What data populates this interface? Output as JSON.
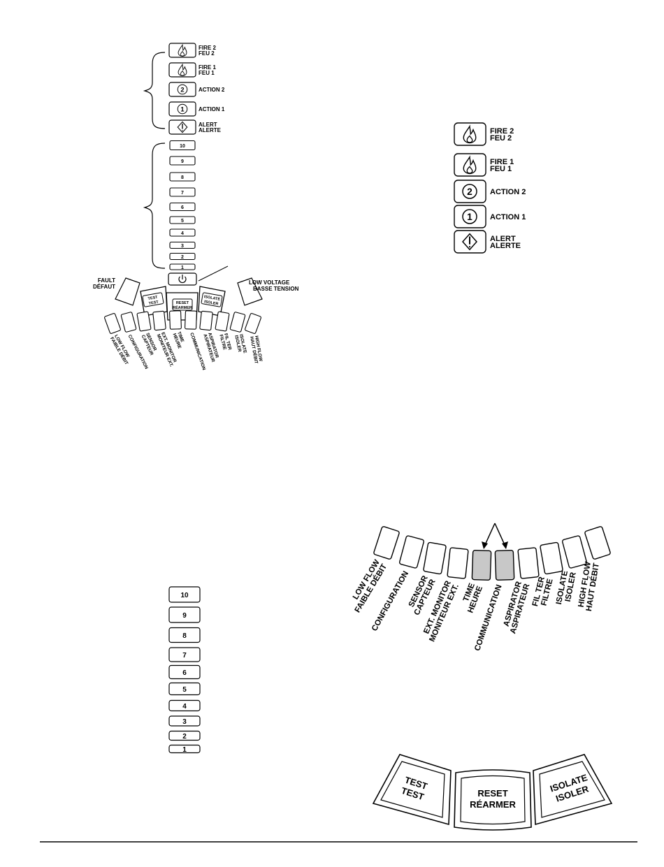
{
  "top_panel": {
    "alarm_items": [
      {
        "line1": "FIRE  2",
        "line2": "FEU  2",
        "icon": "flame-icon"
      },
      {
        "line1": "FIRE  1",
        "line2": "FEU  1",
        "icon": "flame-icon"
      },
      {
        "line1": "ACTION  2",
        "line2": "",
        "icon": "circle-2-icon",
        "glyph": "2"
      },
      {
        "line1": "ACTION  1",
        "line2": "",
        "icon": "circle-1-icon",
        "glyph": "1"
      },
      {
        "line1": "ALERT",
        "line2": "ALERTE",
        "icon": "alert-diamond-icon"
      }
    ],
    "bar_levels": [
      "10",
      "9",
      "8",
      "7",
      "6",
      "5",
      "4",
      "3",
      "2",
      "1"
    ],
    "power_icon": "power-icon",
    "fault": {
      "line1": "FAULT",
      "line2": "DÉFAUT"
    },
    "low_voltage": {
      "line1": "LOW  VOLTAGE",
      "line2": "BASSE  TENSION"
    },
    "buttons": [
      {
        "line1": "TEST",
        "line2": "TEST"
      },
      {
        "line1": "RESET",
        "line2": "RÉARMER"
      },
      {
        "line1": "ISOLATE",
        "line2": "ISOLER"
      }
    ],
    "fault_leds": [
      {
        "line1": "LOW  FLOW",
        "line2": "FAIBLE  DÉBIT"
      },
      {
        "line1": "CONFIGURATION",
        "line2": ""
      },
      {
        "line1": "SENSOR",
        "line2": "CAPTEUR"
      },
      {
        "line1": "EXT.  MONITOR",
        "line2": "MONITEUR  EXT."
      },
      {
        "line1": "TIME",
        "line2": "HEURE"
      },
      {
        "line1": "COMMUNICATION",
        "line2": ""
      },
      {
        "line1": "ASPIRATOR",
        "line2": "ASPIRATEUR"
      },
      {
        "line1": "FIL  TER",
        "line2": "FILTRE"
      },
      {
        "line1": "ISOLATE",
        "line2": "ISOLER"
      },
      {
        "line1": "HIGH  FLOW",
        "line2": "HAUT  DÉBIT"
      }
    ]
  },
  "alarm_detail": [
    {
      "line1": "FIRE  2",
      "line2": "FEU  2",
      "icon": "flame-icon"
    },
    {
      "line1": "FIRE  1",
      "line2": "FEU  1",
      "icon": "flame-icon"
    },
    {
      "line1": "ACTION  2",
      "line2": "",
      "icon": "circle-2-icon",
      "glyph": "2"
    },
    {
      "line1": "ACTION  1",
      "line2": "",
      "icon": "circle-1-icon",
      "glyph": "1"
    },
    {
      "line1": "ALERT",
      "line2": "ALERTE",
      "icon": "alert-diamond-icon"
    }
  ],
  "bar_detail": [
    "10",
    "9",
    "8",
    "7",
    "6",
    "5",
    "4",
    "3",
    "2",
    "1"
  ],
  "fault_detail": {
    "leds": [
      {
        "line1": "LOW  FLOW",
        "line2": "FAIBLE  DÉBIT",
        "highlight": false
      },
      {
        "line1": "CONFIGURATION",
        "line2": "",
        "highlight": false
      },
      {
        "line1": "SENSOR",
        "line2": "CAPTEUR",
        "highlight": false
      },
      {
        "line1": "EXT.  MONITOR",
        "line2": "MONITEUR  EXT.",
        "highlight": false
      },
      {
        "line1": "TIME",
        "line2": "HEURE",
        "highlight": true
      },
      {
        "line1": "COMMUNICATION",
        "line2": "",
        "highlight": true
      },
      {
        "line1": "ASPIRATOR",
        "line2": "ASPIRATEUR",
        "highlight": false
      },
      {
        "line1": "FIL  TER",
        "line2": "FILTRE",
        "highlight": false
      },
      {
        "line1": "ISOLATE",
        "line2": "ISOLER",
        "highlight": false
      },
      {
        "line1": "HIGH  FLOW",
        "line2": "HAUT  DÉBIT",
        "highlight": false
      }
    ],
    "highlight_color": "#c8c8c8"
  },
  "button_detail": [
    {
      "line1": "TEST",
      "line2": "TEST"
    },
    {
      "line1": "RESET",
      "line2": "RÉARMER"
    },
    {
      "line1": "ISOLATE",
      "line2": "ISOLER"
    }
  ]
}
